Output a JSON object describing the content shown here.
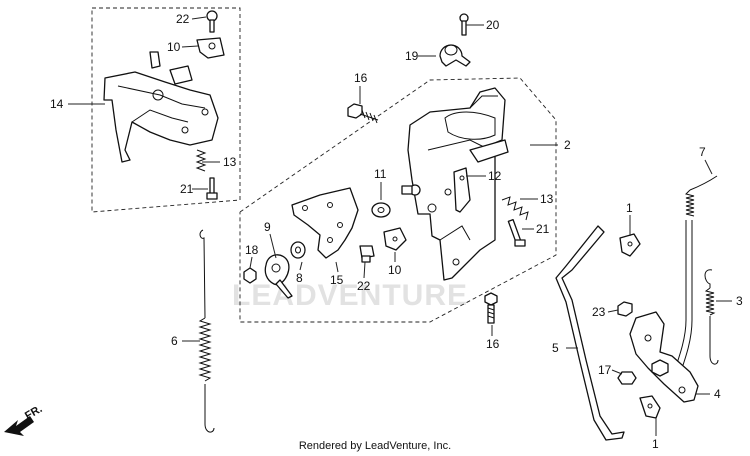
{
  "diagram": {
    "watermark": "LEADVENTURE",
    "footer": "Rendered by LeadVenture, Inc.",
    "direction_label": "FR.",
    "callouts": {
      "c22a": "22",
      "c10a": "10",
      "c14": "14",
      "c13a": "13",
      "c21a": "21",
      "c20": "20",
      "c19": "19",
      "c16a": "16",
      "c2": "2",
      "c12": "12",
      "c13b": "13",
      "c21b": "21",
      "c11": "11",
      "c9": "9",
      "c18": "18",
      "c8": "8",
      "c15": "15",
      "c22b": "22",
      "c10b": "10",
      "c16b": "16",
      "c6": "6",
      "c7": "7",
      "c1a": "1",
      "c3": "3",
      "c23": "23",
      "c5": "5",
      "c17": "17",
      "c4": "4",
      "c1b": "1"
    }
  }
}
